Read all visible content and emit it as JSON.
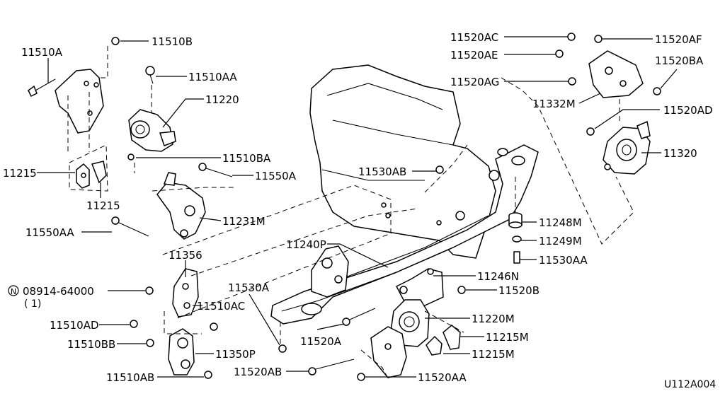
{
  "diagram_code": "U112A004",
  "labels": {
    "11510B": "11510B",
    "11510A": "11510A",
    "11510AA": "11510AA",
    "11220": "11220",
    "11510BA": "11510BA",
    "11550A": "11550A",
    "11215_a": "11215",
    "11215_b": "11215",
    "11550AA": "11550AA",
    "11231M": "11231M",
    "11356": "11356",
    "08914": "08914-64000",
    "qty": "( 1)",
    "n_marker": "N",
    "11510AC": "11510AC",
    "11510AD": "11510AD",
    "11510BB": "11510BB",
    "11350P": "11350P",
    "11510AB": "11510AB",
    "11530A": "11530A",
    "11520AB": "11520AB",
    "11520A": "11520A",
    "11240P": "11240P",
    "11530AB": "11530AB",
    "11520AC": "11520AC",
    "11520AE": "11520AE",
    "11520AG": "11520AG",
    "11520AF": "11520AF",
    "11520BA": "11520BA",
    "11332M": "11332M",
    "11520AD": "11520AD",
    "11320": "11320",
    "11248M": "11248M",
    "11249M": "11249M",
    "11530AA": "11530AA",
    "11246N": "11246N",
    "11520B": "11520B",
    "11220M": "11220M",
    "11215M_a": "11215M",
    "11215M_b": "11215M",
    "11520AA": "11520AA"
  }
}
